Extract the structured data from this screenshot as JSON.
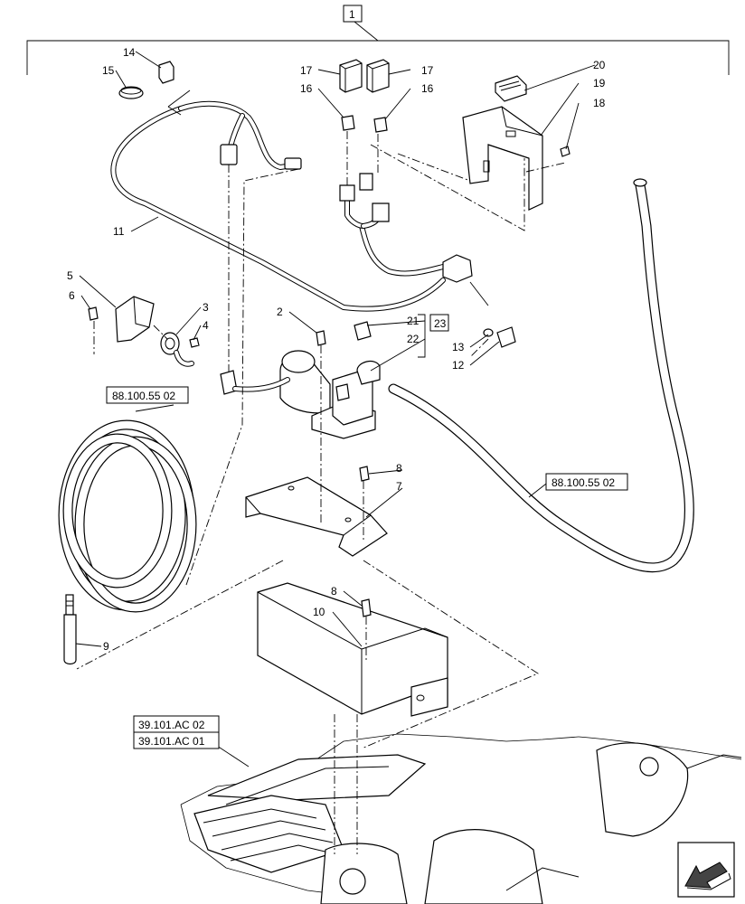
{
  "diagram": {
    "assembly_number": "1",
    "bracket_group_number": "23",
    "navigation_icon": "arrow-icon",
    "refs": {
      "hose_ref_a": "88.100.55 02",
      "hose_ref_b": "88.100.55 02",
      "frame_ref_a": "39.101.AC 02",
      "frame_ref_b": "39.101.AC 01"
    },
    "callouts": {
      "c2": "2",
      "c3": "3",
      "c4": "4",
      "c5": "5",
      "c6": "6",
      "c7": "7",
      "c8a": "8",
      "c8b": "8",
      "c9": "9",
      "c10": "10",
      "c11": "11",
      "c12": "12",
      "c13": "13",
      "c14": "14",
      "c15": "15",
      "c16a": "16",
      "c16b": "16",
      "c17a": "17",
      "c17b": "17",
      "c18": "18",
      "c19": "19",
      "c20": "20",
      "c21": "21",
      "c22": "22"
    }
  }
}
